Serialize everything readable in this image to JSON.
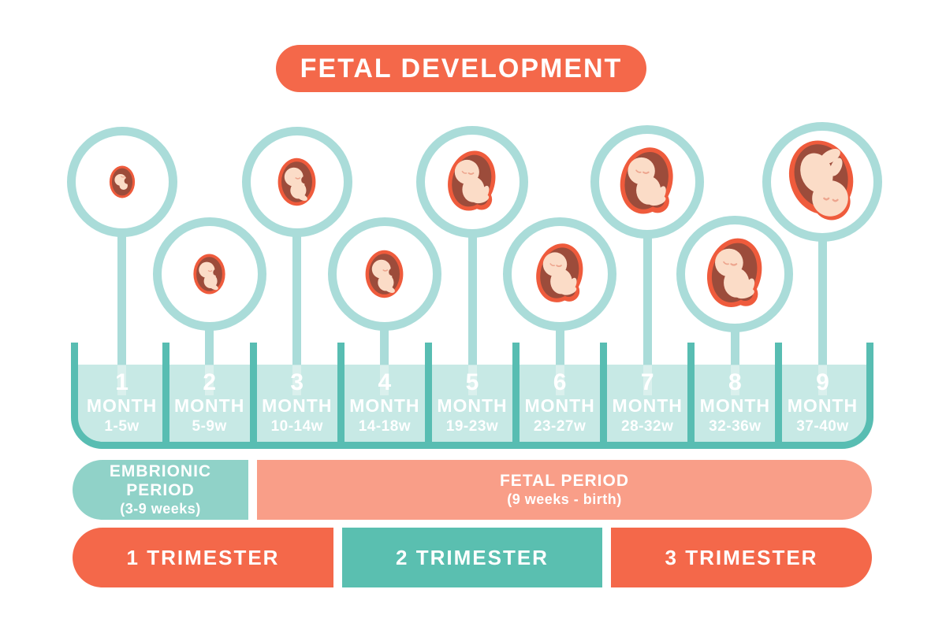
{
  "title": "FETAL DEVELOPMENT",
  "months": [
    {
      "number": "1",
      "label": "MONTH",
      "weeks": "1-5w",
      "icon": "embryo"
    },
    {
      "number": "2",
      "label": "MONTH",
      "weeks": "5-9w",
      "icon": "early-fetus"
    },
    {
      "number": "3",
      "label": "MONTH",
      "weeks": "10-14w",
      "icon": "early-fetus"
    },
    {
      "number": "4",
      "label": "MONTH",
      "weeks": "14-18w",
      "icon": "early-fetus"
    },
    {
      "number": "5",
      "label": "MONTH",
      "weeks": "19-23w",
      "icon": "fetus"
    },
    {
      "number": "6",
      "label": "MONTH",
      "weeks": "23-27w",
      "icon": "fetus"
    },
    {
      "number": "7",
      "label": "MONTH",
      "weeks": "28-32w",
      "icon": "fetus"
    },
    {
      "number": "8",
      "label": "MONTH",
      "weeks": "32-36w",
      "icon": "fetus"
    },
    {
      "number": "9",
      "label": "MONTH",
      "weeks": "37-40w",
      "icon": "fetus-head-down"
    }
  ],
  "periods": {
    "embrionic": {
      "line1": "EMBRIONIC",
      "line2": "PERIOD",
      "detail": "(3-9 weeks)"
    },
    "fetal": {
      "line1": "FETAL PERIOD",
      "detail": "(9 weeks - birth)"
    }
  },
  "trimesters": [
    {
      "label": "1 TRIMESTER"
    },
    {
      "label": "2 TRIMESTER"
    },
    {
      "label": "3 TRIMESTER"
    }
  ],
  "colors": {
    "orange": "#f4684a",
    "sac_orange": "#ef5b3c",
    "salmon": "#f99e88",
    "teal_frame": "#58bdb2",
    "teal_fill": "#c7e9e5",
    "teal_ring": "#aadcd9",
    "teal_soft": "#90d2c8",
    "teal_mid": "#5abfb0",
    "maroon": "#9c4c3b",
    "skin": "#fbdcc7",
    "face_line": "#eda58e",
    "text": "#ffffff"
  }
}
